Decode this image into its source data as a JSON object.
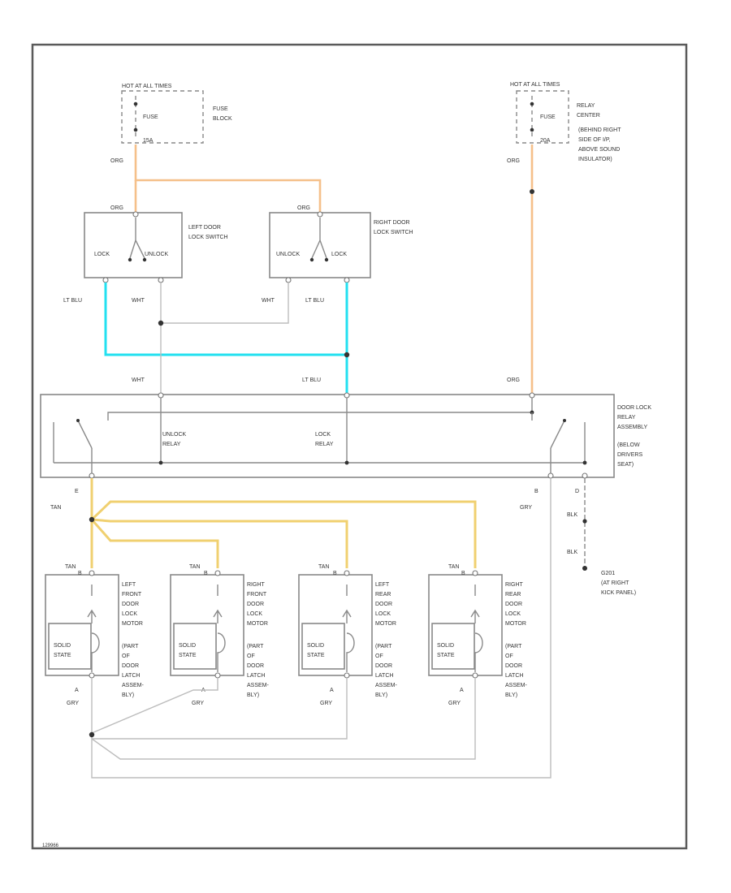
{
  "fuse_left": {
    "hot_label": "HOT AT ALL TIMES",
    "fuse": "FUSE",
    "amp": "15A",
    "block_line1": "FUSE",
    "block_line2": "BLOCK"
  },
  "fuse_right": {
    "hot_label": "HOT AT ALL TIMES",
    "fuse": "FUSE",
    "amp": "20A",
    "block_line1": "RELAY",
    "block_line2": "CENTER",
    "note_line1": "(BEHIND RIGHT",
    "note_line2": "SIDE OF I/P,",
    "note_line3": "ABOVE SOUND",
    "note_line4": "INSULATOR)"
  },
  "switches": {
    "left": {
      "name_line1": "LEFT DOOR",
      "name_line2": "LOCK SWITCH",
      "pos_a": "LOCK",
      "pos_b": "UNLOCK"
    },
    "right": {
      "name_line1": "RIGHT DOOR",
      "name_line2": "LOCK SWITCH",
      "pos_a": "UNLOCK",
      "pos_b": "LOCK"
    }
  },
  "wires": {
    "org": "ORG",
    "lt_blu": "LT BLU",
    "wht": "WHT",
    "tan": "TAN",
    "gry": "GRY",
    "blk": "BLK"
  },
  "relay": {
    "name_line1": "DOOR LOCK",
    "name_line2": "RELAY",
    "name_line3": "ASSEMBLY",
    "name_line4": "(BELOW",
    "name_line5": "DRIVERS",
    "name_line6": "SEAT)",
    "unlock_line1": "UNLOCK",
    "unlock_line2": "RELAY",
    "lock_line1": "LOCK",
    "lock_line2": "RELAY",
    "pin_e_left": "E",
    "pin_b_right": "B",
    "pin_d": "D"
  },
  "motors": [
    {
      "name_line1": "LEFT",
      "name_line2": "FRONT",
      "name_line3": "DOOR",
      "name_line4": "LOCK",
      "name_line5": "MOTOR",
      "pin_b": "B",
      "pin_a": "A"
    },
    {
      "name_line1": "RIGHT",
      "name_line2": "FRONT",
      "name_line3": "DOOR",
      "name_line4": "LOCK",
      "name_line5": "MOTOR",
      "pin_b": "B",
      "pin_a": "A"
    },
    {
      "name_line1": "LEFT",
      "name_line2": "REAR",
      "name_line3": "DOOR",
      "name_line4": "LOCK",
      "name_line5": "MOTOR",
      "pin_b": "B",
      "pin_a": "A"
    },
    {
      "name_line1": "RIGHT",
      "name_line2": "REAR",
      "name_line3": "DOOR",
      "name_line4": "LOCK",
      "name_line5": "MOTOR",
      "pin_b": "B",
      "pin_a": "A"
    }
  ],
  "solid_state": {
    "line1": "SOLID",
    "line2": "STATE"
  },
  "part_of": {
    "line1": "(PART",
    "line2": "OF",
    "line3": "DOOR",
    "line4": "LATCH",
    "line5": "ASSEM-",
    "line6": "BLY)"
  },
  "ground": {
    "name": "G201",
    "note_line1": "(AT RIGHT",
    "note_line2": "KICK PANEL)"
  },
  "footer": {
    "id": "129966"
  },
  "colors": {
    "org": "#f5c08a",
    "lt_blu": "#22e0f0",
    "tan": "#f0d070",
    "frame": "#5a5a5a"
  }
}
